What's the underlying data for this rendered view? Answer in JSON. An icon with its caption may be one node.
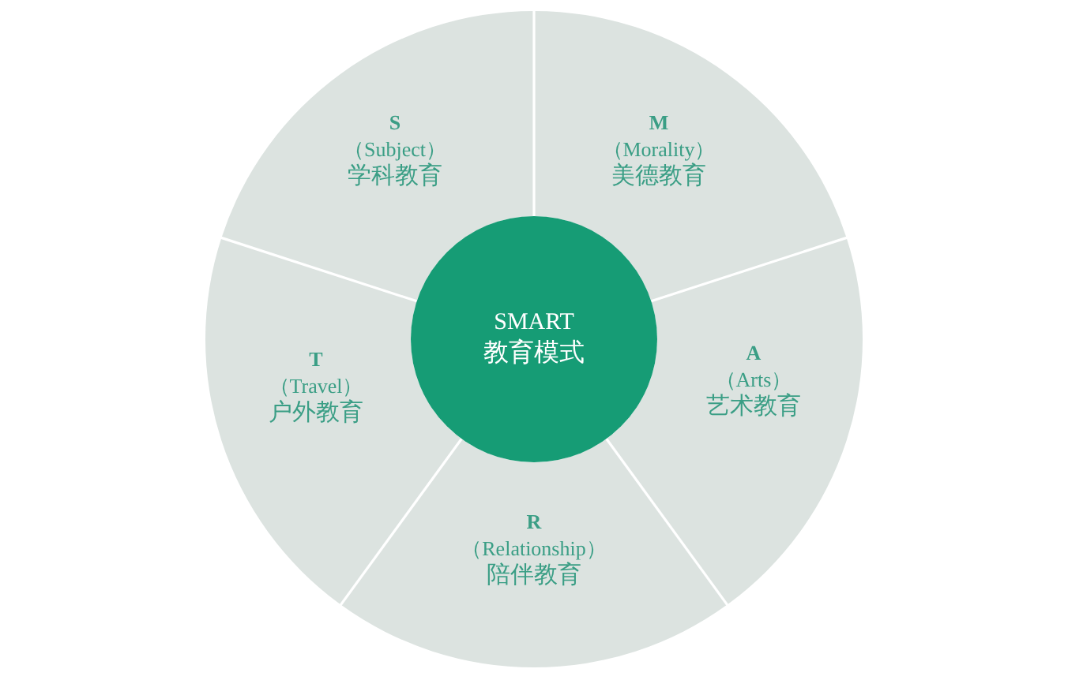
{
  "diagram": {
    "nodes": [
      {
        "text": [
          "S",
          "（Subject）",
          "学科教育"
        ]
      },
      {
        "text": [
          "M",
          "（Morality）",
          "美德教育"
        ]
      },
      {
        "text": [
          "SMART",
          "教育模式"
        ]
      },
      {
        "text": [
          "T",
          "（Travel）",
          "户外教育"
        ]
      },
      {
        "text": [
          "A",
          "（Arts）",
          "艺术教育"
        ]
      },
      {
        "text": [
          "R",
          "（Relationship）",
          "陪伴教育"
        ]
      }
    ]
  }
}
